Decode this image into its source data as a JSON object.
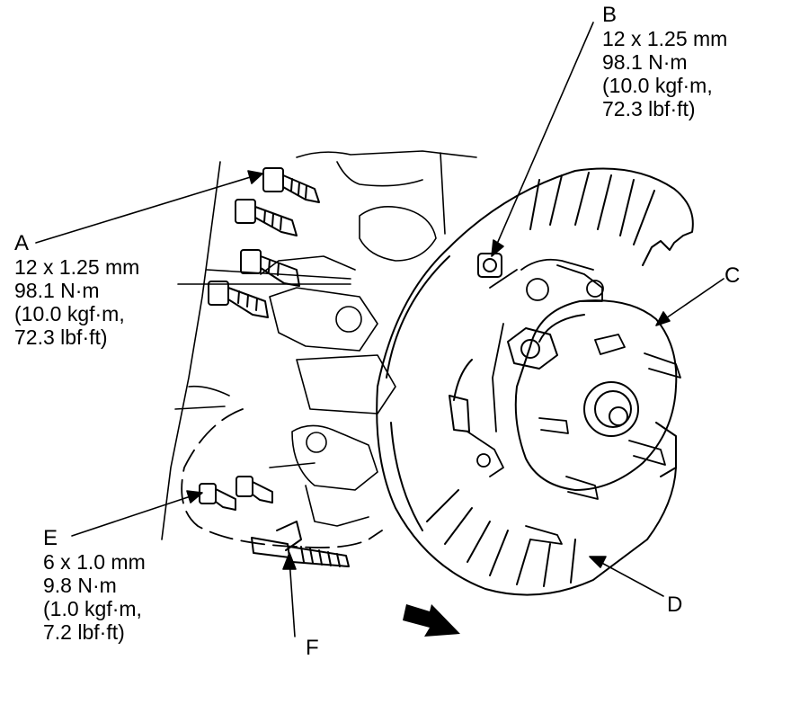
{
  "callouts": {
    "A": {
      "letter": "A",
      "lines": [
        "12 x 1.25 mm",
        "98.1 N·m",
        "(10.0 kgf·m,",
        "72.3 lbf·ft)"
      ]
    },
    "B": {
      "letter": "B",
      "lines": [
        "12 x 1.25 mm",
        "98.1 N·m",
        "(10.0 kgf·m,",
        "72.3 lbf·ft)"
      ]
    },
    "E": {
      "letter": "E",
      "lines": [
        "6 x 1.0 mm",
        "9.8 N·m",
        "(1.0 kgf·m,",
        "7.2 lbf·ft)"
      ]
    },
    "C": {
      "letter": "C"
    },
    "D": {
      "letter": "D"
    },
    "F": {
      "letter": "F"
    }
  }
}
